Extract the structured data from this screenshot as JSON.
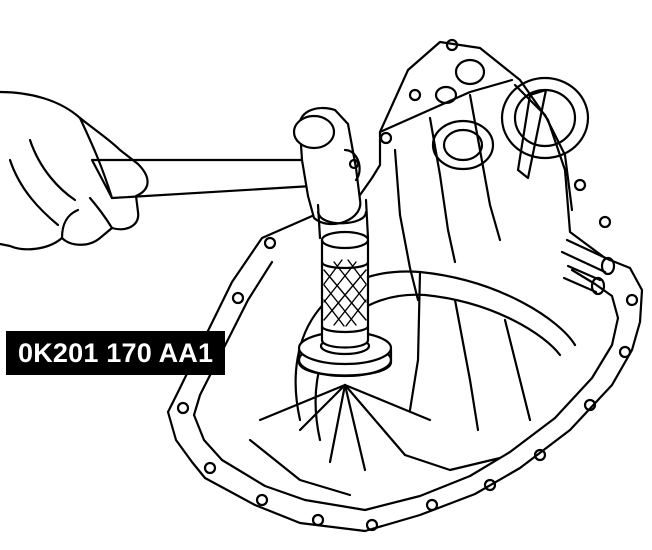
{
  "figure": {
    "part_number_label": "0K201 170 AA1",
    "line_color": "#000000",
    "background": "#ffffff",
    "label_background": "#000000",
    "label_text_color": "#ffffff",
    "depicted": [
      "hand-holding-hammer",
      "seal-installer-tool",
      "transaxle-case"
    ]
  }
}
